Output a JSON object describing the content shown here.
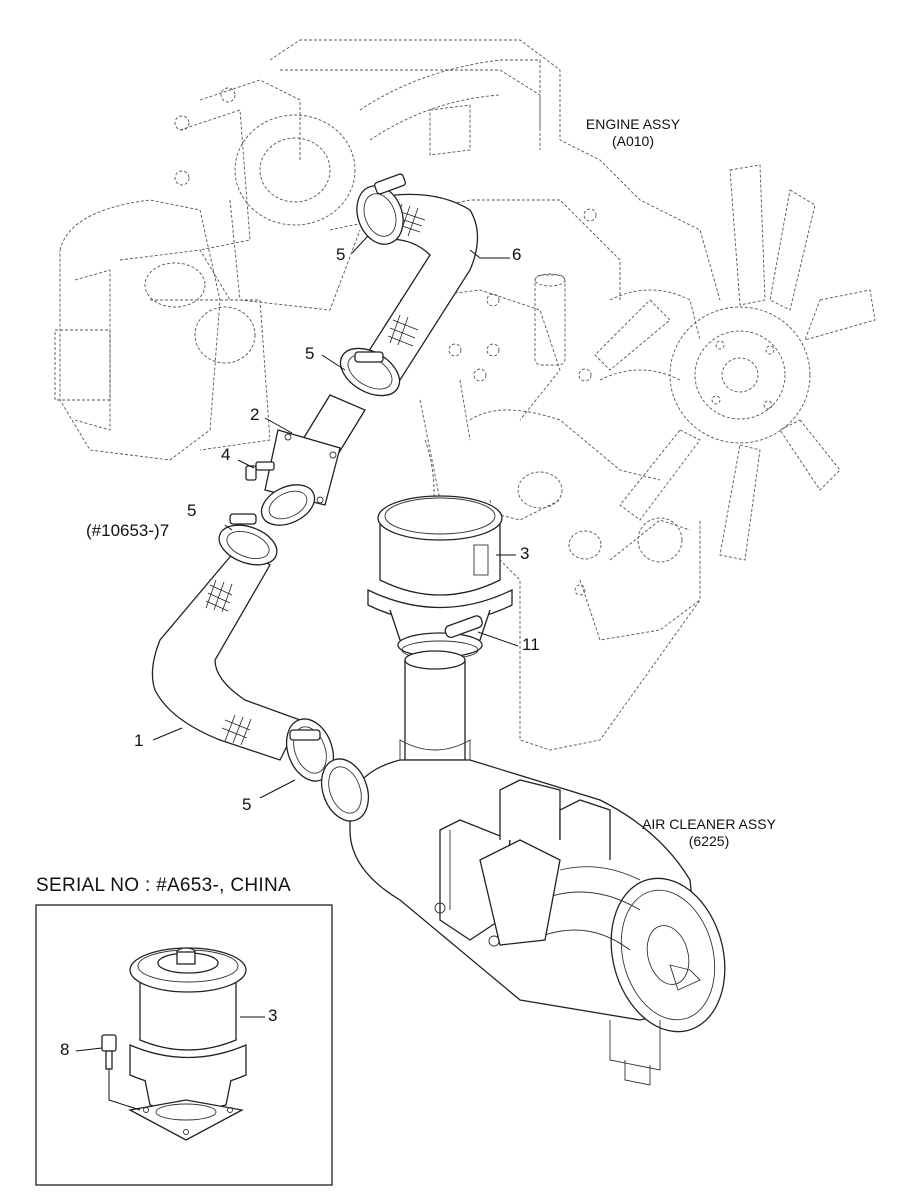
{
  "assemblies": {
    "engine": {
      "name": "ENGINE ASSY",
      "code": "(A010)"
    },
    "air_cleaner": {
      "name": "AIR CLEANER ASSY",
      "code": "(6225)"
    }
  },
  "callouts": {
    "c5_top": "5",
    "c6": "6",
    "c5_upper": "5",
    "c2": "2",
    "c4": "4",
    "c5_mid": "5",
    "c7_serial": "(#10653-)7",
    "c3_main": "3",
    "c11": "11",
    "c1": "1",
    "c5_bottom": "5"
  },
  "inset": {
    "title": "SERIAL NO : #A653-, CHINA",
    "c3": "3",
    "c8": "8"
  }
}
